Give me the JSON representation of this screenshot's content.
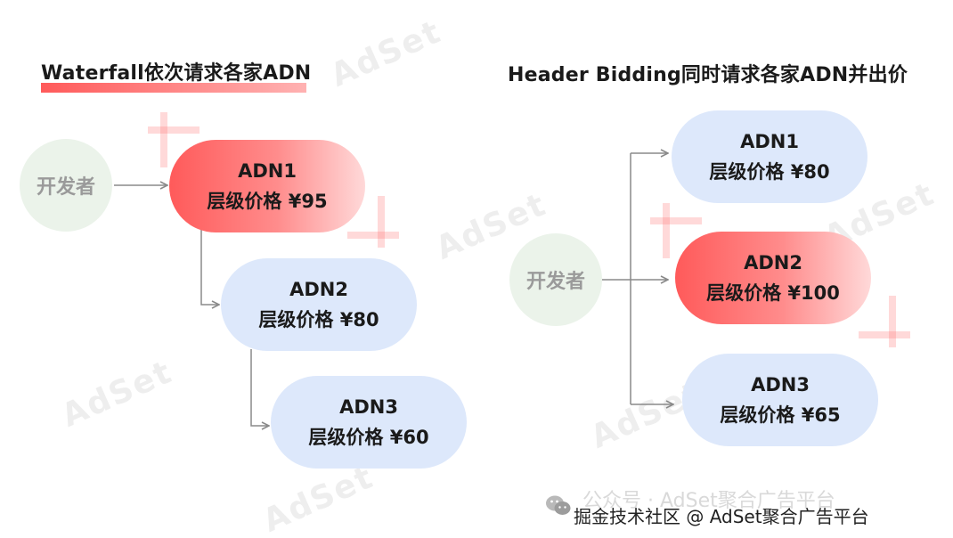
{
  "left": {
    "title": "Waterfall依次请求各家ADN",
    "developer": "开发者",
    "nodes": [
      {
        "name": "ADN1",
        "price": "层级价格 ¥95",
        "highlight": true
      },
      {
        "name": "ADN2",
        "price": "层级价格 ¥80",
        "highlight": false
      },
      {
        "name": "ADN3",
        "price": "层级价格 ¥60",
        "highlight": false
      }
    ]
  },
  "right": {
    "title": "Header Bidding同时请求各家ADN并出价",
    "developer": "开发者",
    "nodes": [
      {
        "name": "ADN1",
        "price": "层级价格 ¥80",
        "highlight": false
      },
      {
        "name": "ADN2",
        "price": "层级价格 ¥100",
        "highlight": true
      },
      {
        "name": "ADN3",
        "price": "层级价格 ¥65",
        "highlight": false
      }
    ]
  },
  "watermark": "AdSet",
  "footer": {
    "ghost_text": "公众号 · AdSet聚合广告平台",
    "text": "掘金技术社区 @ AdSet聚合广告平台",
    "icon": "wechat-icon"
  },
  "colors": {
    "highlight": "#ff5a5a",
    "node_blue": "#dde8fb",
    "developer_bg": "#ebf3ea",
    "arrow": "#8a8a8a"
  }
}
